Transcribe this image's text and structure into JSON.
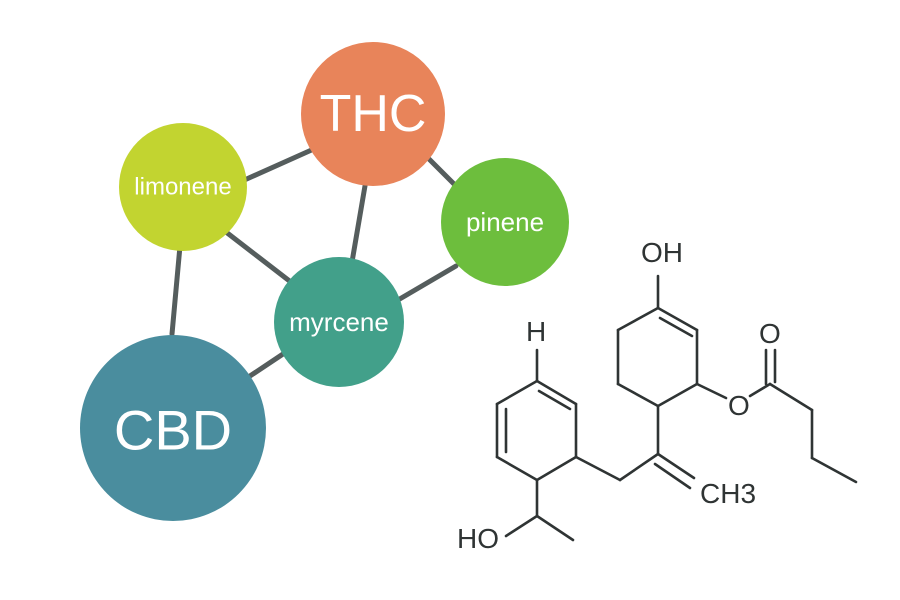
{
  "network": {
    "edge_color": "#555d5d",
    "nodes": [
      {
        "id": "thc",
        "label": "THC",
        "color": "#e8845a"
      },
      {
        "id": "limonene",
        "label": "limonene",
        "color": "#c2d430"
      },
      {
        "id": "pinene",
        "label": "pinene",
        "color": "#6dbe3d"
      },
      {
        "id": "myrcene",
        "label": "myrcene",
        "color": "#42a08a"
      },
      {
        "id": "cbd",
        "label": "CBD",
        "color": "#4a8d9e"
      }
    ],
    "edges": [
      [
        "limonene",
        "thc"
      ],
      [
        "thc",
        "pinene"
      ],
      [
        "thc",
        "myrcene"
      ],
      [
        "limonene",
        "myrcene"
      ],
      [
        "pinene",
        "myrcene"
      ],
      [
        "limonene",
        "cbd"
      ],
      [
        "myrcene",
        "cbd"
      ]
    ]
  },
  "structure": {
    "line_color": "#2f3434",
    "labels": {
      "oh_top": "OH",
      "h_top": "H",
      "o_carbonyl": "O",
      "o_ester": "O",
      "ch3": "CH3",
      "ho_bottom": "HO"
    }
  }
}
